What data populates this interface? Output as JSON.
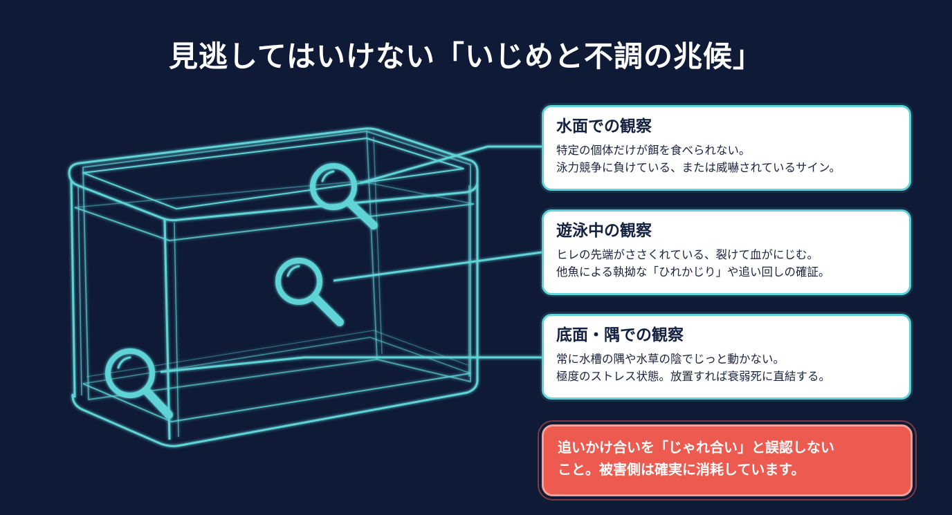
{
  "title": "見逃してはいけない「いじめと不調の兆候」",
  "colors": {
    "background": "#0e1a36",
    "accent": "#5fd3d6",
    "warning": "#ec5a50"
  },
  "cards": [
    {
      "heading": "水面での観察",
      "lines": [
        "特定の個体だけが餌を食べられない。",
        "泳力競争に負けている、または威嚇されているサイン。"
      ]
    },
    {
      "heading": "遊泳中の観察",
      "lines": [
        "ヒレの先端がささくれている、裂けて血がにじむ。",
        "他魚による執拗な「ひれかじり」や追い回しの確証。"
      ]
    },
    {
      "heading": "底面・隅での観察",
      "lines": [
        "常に水槽の隅や水草の陰でじっと動かない。",
        "極度のストレス状態。放置すれば衰弱死に直結する。"
      ]
    }
  ],
  "warning": {
    "lines": [
      "追いかけ合いを「じゃれ合い」と誤認しない",
      "こと。被害側は確実に消耗しています。"
    ]
  },
  "icons": [
    "magnifier-icon",
    "magnifier-icon",
    "magnifier-icon"
  ]
}
